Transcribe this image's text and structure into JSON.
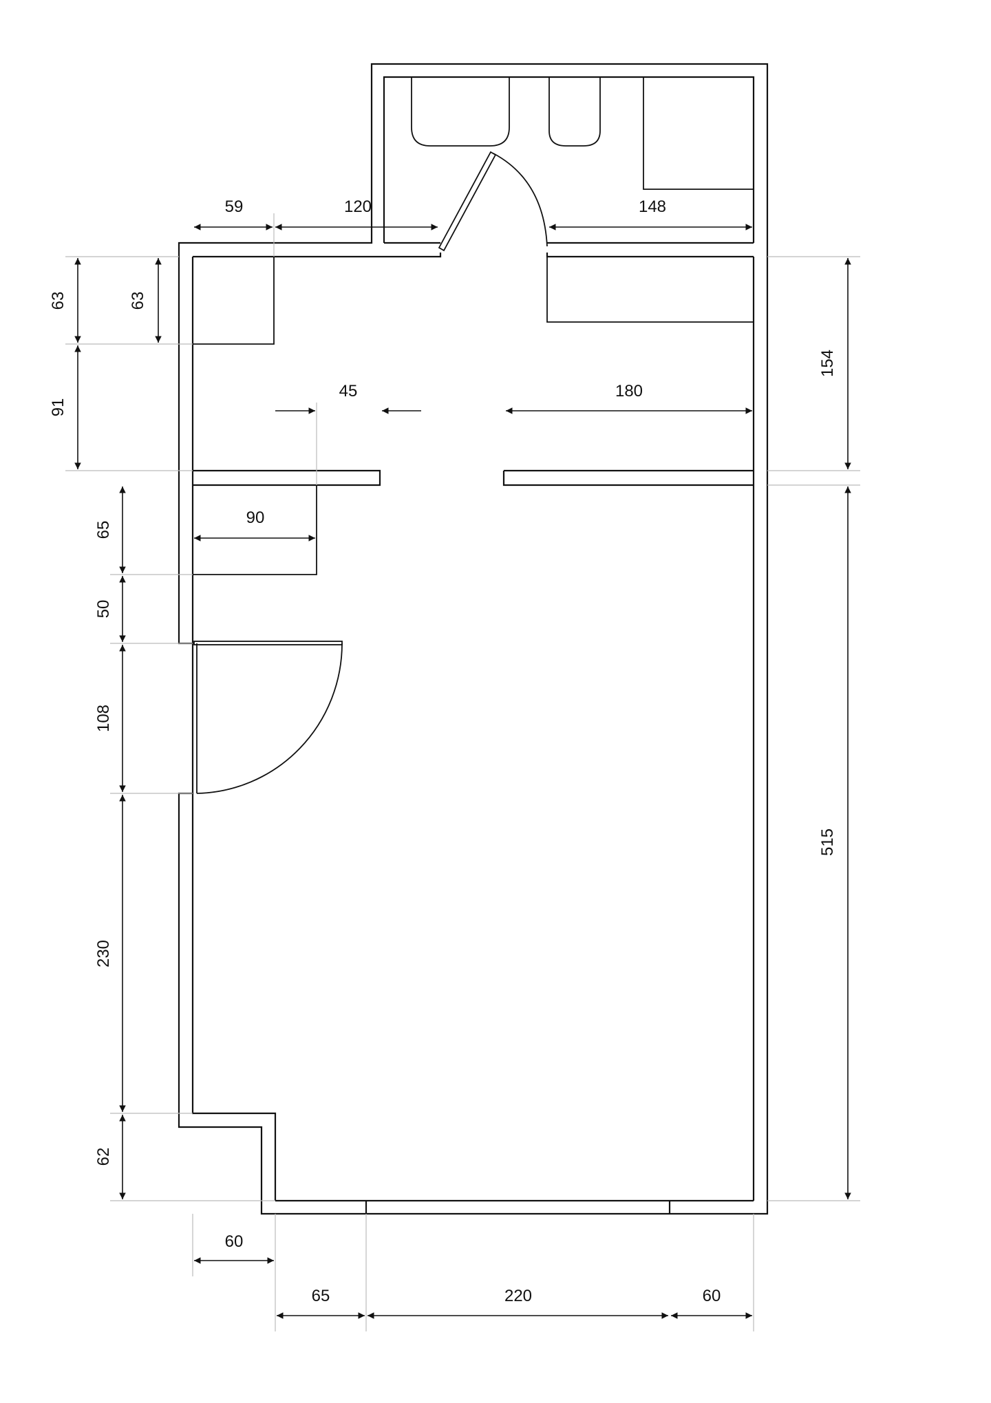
{
  "plan": {
    "dimensions": {
      "top_59": "59",
      "top_120": "120",
      "top_148": "148",
      "left_63": "63",
      "inner_63": "63",
      "left_91": "91",
      "mid_45": "45",
      "mid_180": "180",
      "right_154": "154",
      "closet_90": "90",
      "left_65": "65",
      "left_50": "50",
      "door_108": "108",
      "left_230": "230",
      "left_62": "62",
      "right_515": "515",
      "bottom_60_left": "60",
      "bottom_65": "65",
      "bottom_220": "220",
      "bottom_60_right": "60"
    },
    "colors": {
      "line": "#111111",
      "extension": "#bbbbbb",
      "background": "#ffffff"
    }
  }
}
